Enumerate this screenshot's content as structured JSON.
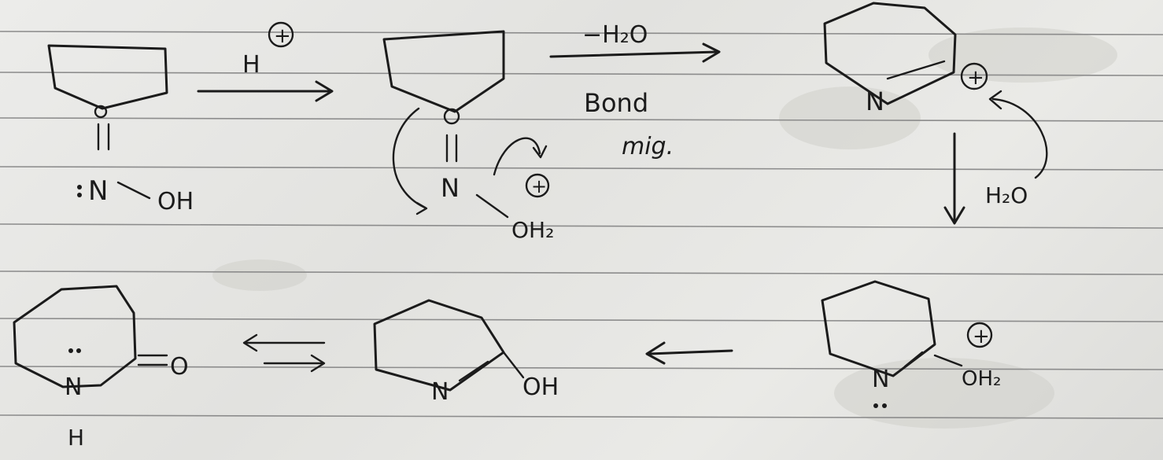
{
  "reagents": {
    "acid_catalyst": "H",
    "dehydration": "−H₂O",
    "migration_note_line1": "Bond",
    "migration_note_line2": "mig.",
    "water_attack": "H₂O"
  },
  "atom_labels": {
    "oxime_N": "N",
    "oxime_OH": "OH",
    "protonated_N": "N",
    "protonated_OH2": "OH₂",
    "nitrilium_N": "N",
    "adduct_N": "N",
    "adduct_OH2": "OH₂",
    "iminol_N": "N",
    "iminol_OH": "OH",
    "lactam_N": "N",
    "lactam_H": "H",
    "lactam_O": "O"
  },
  "charges": {
    "plus": "+"
  }
}
